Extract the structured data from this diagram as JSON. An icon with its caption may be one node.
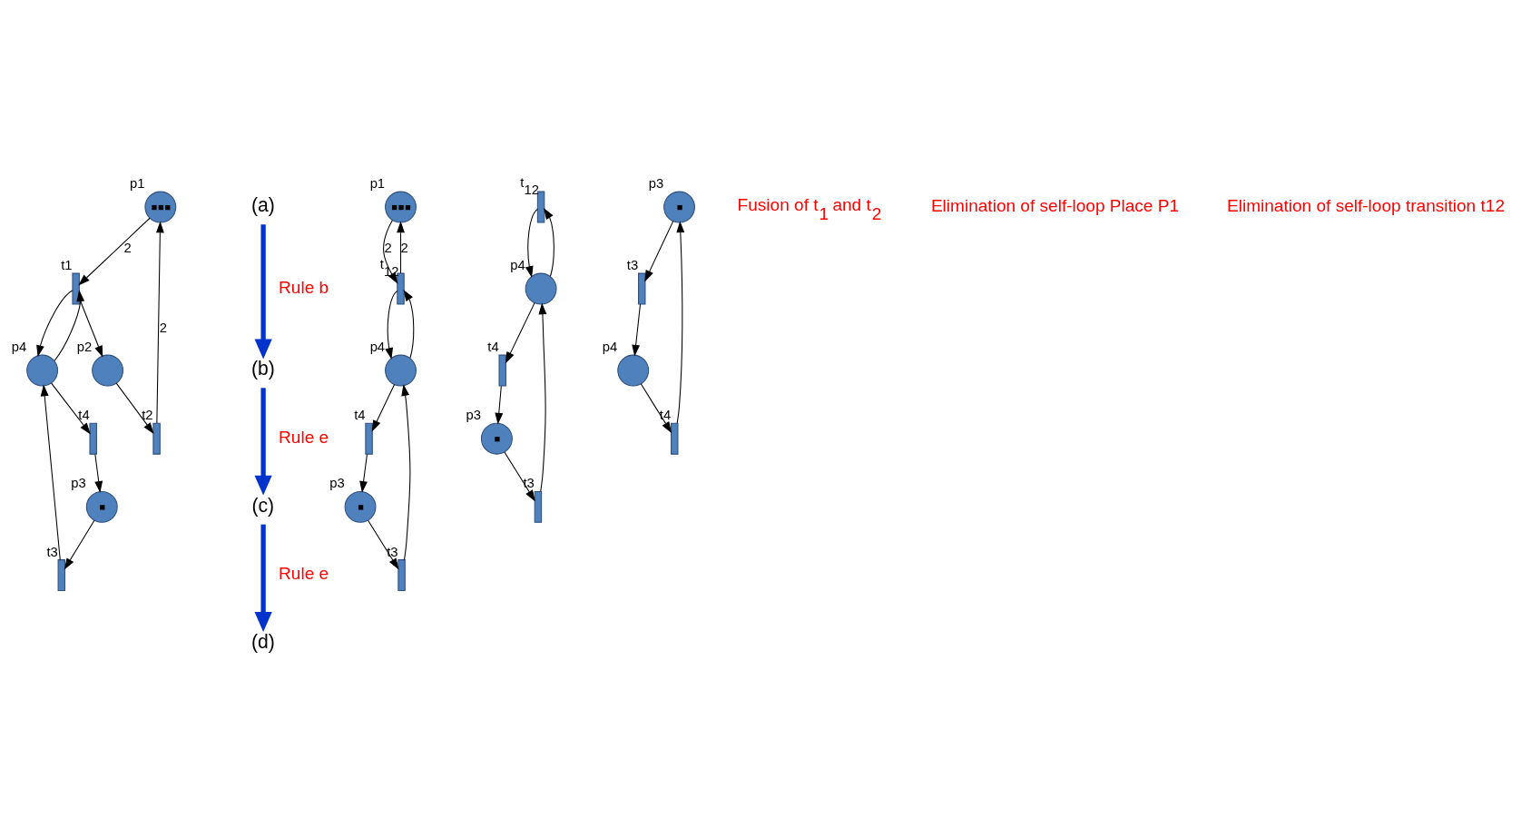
{
  "diagram": {
    "nodes": [
      {
        "text": [
          "p1"
        ]
      },
      {
        "text": [
          "p2"
        ]
      },
      {
        "text": [
          "t1"
        ]
      },
      {
        "text": [
          "t2"
        ]
      },
      {
        "text": [
          "(a)"
        ]
      },
      {
        "text": [
          "p3"
        ]
      },
      {
        "text": [
          "p4"
        ]
      },
      {
        "text": [
          "t3"
        ]
      },
      {
        "text": [
          "t4"
        ]
      },
      {
        "text": [
          "p1"
        ]
      },
      {
        "text": [
          "t$_{12}$"
        ]
      },
      {
        "text": [
          "(b)"
        ]
      },
      {
        "text": [
          "p3"
        ]
      },
      {
        "text": [
          "p4"
        ]
      },
      {
        "text": [
          "t3"
        ]
      },
      {
        "text": [
          "t4"
        ]
      },
      {
        "text": [
          "t$_{12}$"
        ]
      },
      {
        "text": [
          "p3"
        ]
      },
      {
        "text": [
          "(c)"
        ]
      },
      {
        "text": [
          "p4"
        ]
      },
      {
        "text": [
          "t3"
        ]
      },
      {
        "text": [
          "t4"
        ]
      },
      {
        "text": [
          "p3"
        ]
      },
      {
        "text": [
          "(d)"
        ]
      },
      {
        "text": [
          "p4"
        ]
      },
      {
        "text": [
          "t3"
        ]
      },
      {
        "text": [
          "t4"
        ]
      }
    ],
    "edges": [
      {
        "from": 0,
        "to": 2,
        "arrow": "to",
        "label": "2"
      },
      {
        "from": 3,
        "to": 0,
        "arrow": "to",
        "label": "2"
      },
      {
        "from": 2,
        "to": 1,
        "arrow": "to"
      },
      {
        "from": 1,
        "to": 3,
        "arrow": "to"
      },
      {
        "from": 2,
        "to": 6,
        "arrow": "to"
      },
      {
        "from": 6,
        "to": 2,
        "arrow": "to"
      },
      {
        "from": 5,
        "to": 7,
        "arrow": "to"
      },
      {
        "from": 7,
        "to": 6,
        "arrow": "to"
      },
      {
        "from": 6,
        "to": 8,
        "arrow": "to"
      },
      {
        "from": 8,
        "to": 5,
        "arrow": "to"
      },
      {
        "from": 10,
        "to": 9,
        "arrow": "to",
        "label": "2"
      },
      {
        "from": 9,
        "to": 10,
        "arrow": "to",
        "label": "2"
      },
      {
        "from": 10,
        "to": 13,
        "arrow": "to"
      },
      {
        "from": 13,
        "to": 10,
        "arrow": "to"
      },
      {
        "from": 12,
        "to": 14,
        "arrow": "to"
      },
      {
        "from": 14,
        "to": 13,
        "arrow": "to"
      },
      {
        "from": 13,
        "to": 15,
        "arrow": "to"
      },
      {
        "from": 15,
        "to": 12,
        "arrow": "to"
      },
      {
        "from": 16,
        "to": 19,
        "arrow": "to"
      },
      {
        "from": 19,
        "to": 16,
        "arrow": "to"
      },
      {
        "from": 17,
        "to": 20,
        "arrow": "to"
      },
      {
        "from": 20,
        "to": 19,
        "arrow": "to"
      },
      {
        "from": 19,
        "to": 21,
        "arrow": "to"
      },
      {
        "from": 21,
        "to": 17,
        "arrow": "to"
      },
      {
        "from": 22,
        "to": 25,
        "arrow": "to"
      },
      {
        "from": 25,
        "to": 24,
        "arrow": "to"
      },
      {
        "from": 24,
        "to": 26,
        "arrow": "to"
      },
      {
        "from": 26,
        "to": 22,
        "arrow": "to"
      },
      {
        "from": 4,
        "to": 11,
        "arrow": "to",
        "label": "Rule b",
        "style": "thick",
        "color": "#0033cc"
      },
      {
        "from": 11,
        "to": 18,
        "arrow": "to",
        "label": "Rule e",
        "style": "thick",
        "color": "#0033cc"
      },
      {
        "from": 18,
        "to": 23,
        "arrow": "to",
        "label": "Rule e",
        "style": "thick",
        "color": "#0033cc"
      }
    ],
    "labels": [
      "Fusion of t$_{1}$ and t$_{2}$",
      "Elimination of self-loop Place P1",
      "Elimination of self-loop transition t12"
    ]
  }
}
